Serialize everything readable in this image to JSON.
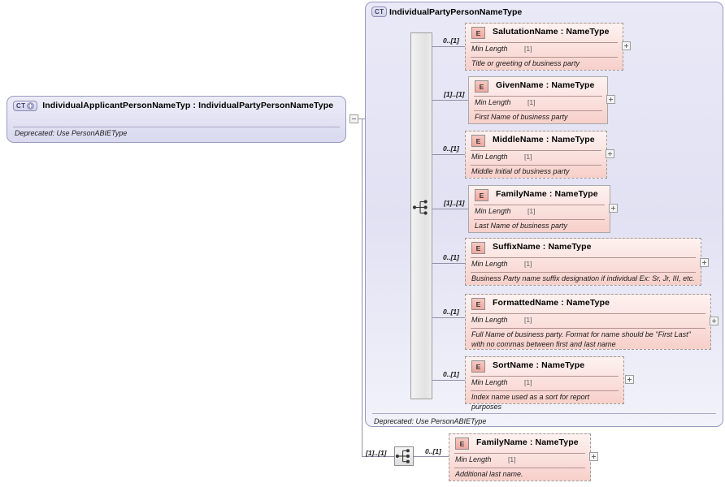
{
  "left_type": {
    "icon": "complextype-expand-icon",
    "name": "IndividualApplicantPersonNameTyp",
    "name_wrap": "e",
    "separator": ":",
    "type": "IndividualPartyPersonNameType",
    "annotation": "Deprecated: Use PersonABIEType",
    "collapse_icon": "minus-icon"
  },
  "main_type": {
    "icon": "complextype-icon",
    "badge_label": "CT",
    "title": "IndividualPartyPersonNameType",
    "annotation": "Deprecated: Use PersonABIEType",
    "compositor": "sequence-icon",
    "group_cardinality": "[1]..[1]"
  },
  "element_badge_label": "E",
  "facet_label": "Min Length",
  "facet_value": "[1]",
  "elements": [
    {
      "name": "SalutationName",
      "separator": ":",
      "type": "NameType",
      "cardinality": "0..[1]",
      "facet": "Min Length",
      "facet_value": "[1]",
      "doc": "Title or greeting of business party",
      "optional": true
    },
    {
      "name": "GivenName",
      "separator": ":",
      "type": "NameType",
      "cardinality": "[1]..[1]",
      "facet": "Min Length",
      "facet_value": "[1]",
      "doc": "First Name of business party",
      "optional": false
    },
    {
      "name": "MiddleName",
      "separator": ":",
      "type": "NameType",
      "cardinality": "0..[1]",
      "facet": "Min Length",
      "facet_value": "[1]",
      "doc": "Middle Initial of business party",
      "optional": true
    },
    {
      "name": "FamilyName",
      "separator": ":",
      "type": "NameType",
      "cardinality": "[1]..[1]",
      "facet": "Min Length",
      "facet_value": "[1]",
      "doc": "Last Name of business party",
      "optional": false
    },
    {
      "name": "SuffixName",
      "separator": ":",
      "type": "NameType",
      "cardinality": "0..[1]",
      "facet": "Min Length",
      "facet_value": "[1]",
      "doc": "Business Party name suffix designation if individual Ex: Sr, Jr, III, etc.",
      "optional": true
    },
    {
      "name": "FormattedName",
      "separator": ":",
      "type": "NameType",
      "cardinality": "0..[1]",
      "facet": "Min Length",
      "facet_value": "[1]",
      "doc": "Full Name of business party. Format for name should be \"First Last\" with no commas between first and last name",
      "optional": true
    },
    {
      "name": "SortName",
      "separator": ":",
      "type": "NameType",
      "cardinality": "0..[1]",
      "facet": "Min Length",
      "facet_value": "[1]",
      "doc": "Index name used as a sort for report purposes",
      "optional": true
    }
  ],
  "extra_branch": {
    "compositor": "sequence-icon",
    "group_cardinality": "[1]..[1]",
    "element": {
      "name": "FamilyName",
      "separator": ":",
      "type": "NameType",
      "cardinality": "0..[1]",
      "facet": "Min Length",
      "facet_value": "[1]",
      "doc": "Additional last name.",
      "optional": true
    }
  },
  "colors": {
    "complextype_fill": "#e4e4f4",
    "complextype_border": "#9a9ac0",
    "element_fill": "#fbe4e1",
    "element_border": "#a8a8a8",
    "connector": "#8f8fa8"
  }
}
